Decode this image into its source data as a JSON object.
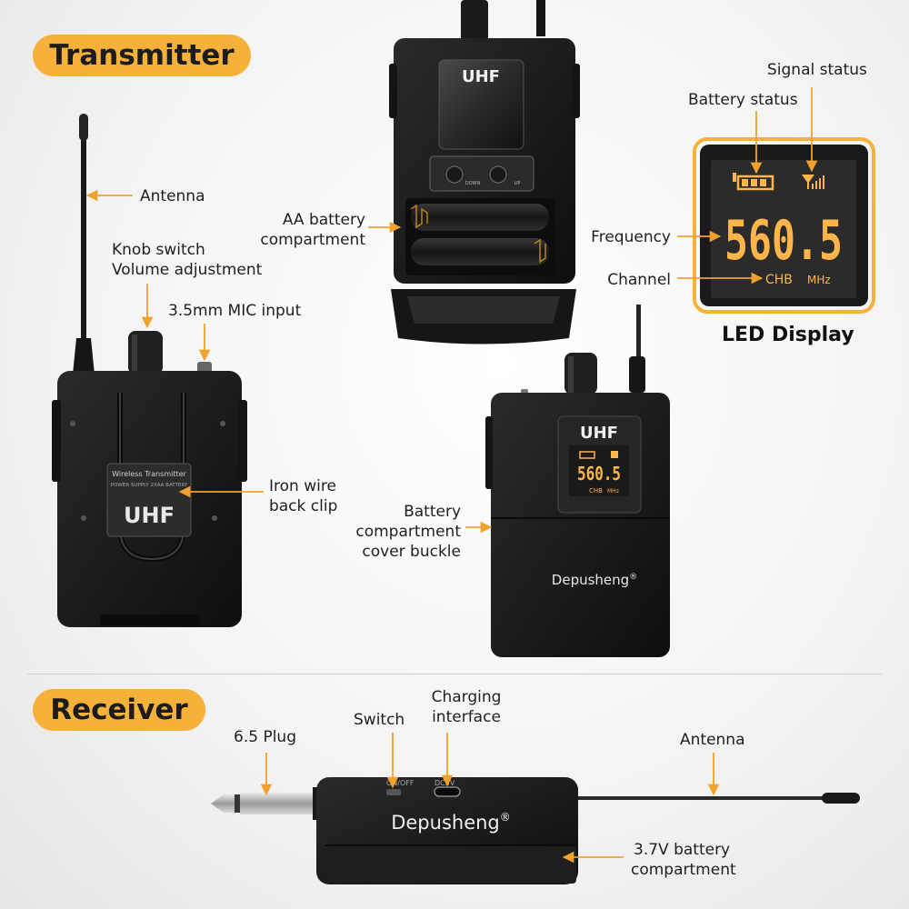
{
  "sections": {
    "transmitter": "Transmitter",
    "receiver": "Receiver"
  },
  "transmitter_labels": {
    "antenna": "Antenna",
    "knob_line1": "Knob switch",
    "knob_line2": "Volume adjustment",
    "mic_input": "3.5mm MIC input",
    "battery_line1": "AA battery",
    "battery_line2": "compartment",
    "clip_line1": "Iron wire",
    "clip_line2": "back clip",
    "buckle_line1": "Battery",
    "buckle_line2": "compartment",
    "buckle_line3": "cover buckle"
  },
  "display_labels": {
    "signal_status": "Signal status",
    "battery_status": "Battery status",
    "frequency": "Frequency",
    "channel": "Channel",
    "led_display": "LED Display"
  },
  "receiver_labels": {
    "plug": "6.5 Plug",
    "switch": "Switch",
    "charging_line1": "Charging",
    "charging_line2": "interface",
    "antenna": "Antenna",
    "battery_line1": "3.7V battery",
    "battery_line2": "compartment"
  },
  "device_text": {
    "uhf": "UHF",
    "brand": "Depusheng",
    "registered": "®",
    "led_frequency": "560.5",
    "led_channel": "CHB",
    "led_unit": "MHz",
    "small_frequency": "560.5",
    "small_channel": "CHB",
    "small_unit": "MHz",
    "down": "DOWN",
    "up": "UP",
    "back_line1": "Wireless Transmitter",
    "back_line2": "POWER SUPPLY 2XAA BATTERY",
    "onoff": "ON/OFF",
    "dc5v": "DC5V"
  },
  "colors": {
    "accent": "#f6b13a",
    "arrow": "#f2a12c",
    "led": "#ffb54a",
    "device": "#1b1b1b"
  }
}
